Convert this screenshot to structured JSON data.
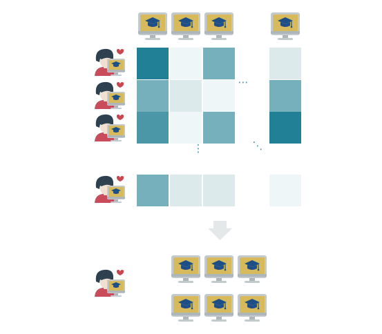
{
  "palette": {
    "cell_levels": [
      "#eef6f7",
      "#dceaec",
      "#76b0bc",
      "#4b97a8",
      "#217f96"
    ],
    "monitor_frame": "#bfc6c9",
    "monitor_screen": "#d6ba5c",
    "course_icon": "#1d4f86",
    "person_hair": "#2e4150",
    "person_skin": "#f1e0cf",
    "person_shirt": "#c84c5b",
    "heart": "#c8464f",
    "arrow": "#e5e9ea",
    "ellipsis": "#3f8fa3"
  },
  "matrix": {
    "rows": [
      {
        "cells": [
          4,
          0,
          2,
          1
        ]
      },
      {
        "cells": [
          2,
          1,
          0,
          2
        ]
      },
      {
        "cells": [
          3,
          0,
          2,
          4
        ]
      },
      {
        "cells": [
          2,
          1,
          1,
          0
        ]
      }
    ]
  },
  "ellipsis": {
    "horizontal": "⋯",
    "vertical": "⋮",
    "diagonal": "⋱"
  },
  "icons": {
    "course": "course-monitor-icon",
    "user": "user-with-heart-icon",
    "arrow": "down-arrow-icon"
  }
}
